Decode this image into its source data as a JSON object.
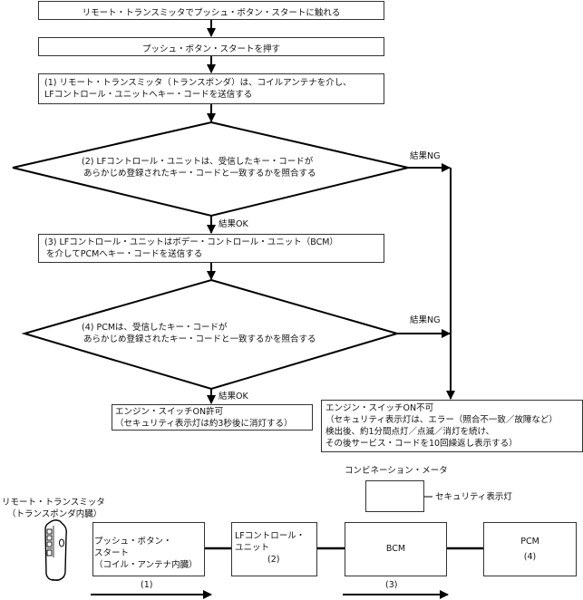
{
  "flowchart": {
    "step_touch": "リモート・トランスミッタでプッシュ・ボタン・スタートに触れる",
    "step_press": "プッシュ・ボタン・スタートを押す",
    "step1": [
      "(1) リモート・トランスミッタ（トランスポンダ）は、コイルアンテナを介し、",
      "LFコントロール・ユニットへキー・コードを送信する"
    ],
    "decision2": [
      "(2) LFコントロール・ユニットは、受信したキー・コードが",
      "あらかじめ登録されたキー・コードと一致するかを照合する"
    ],
    "step3": [
      "(3) LFコントロール・ユニットはボデー・コントロール・ユニット（BCM）",
      "を介してPCMへキー・コードを送信する"
    ],
    "decision4": [
      "(4) PCMは、受信したキー・コードが",
      "あらかじめ登録されたキー・コードと一致するかを照合する"
    ],
    "result_ok_label": "結果OK",
    "result_ng_label": "結果NG",
    "ok_outcome": [
      "エンジン・スイッチON許可",
      "（セキュリティ表示灯は約3秒後に消灯する）"
    ],
    "ng_outcome": [
      "エンジン・スイッチON不可",
      "（セキュリティ表示灯は、エラー（照合不一致／故障など）",
      "検出後、約1分間点灯／点滅／消灯を続け、",
      "その後サービス・コードを10回繰返し表示する）"
    ]
  },
  "system_diagram": {
    "remote_label": [
      "リモート・トランスミッタ",
      "（トランスポンダ内臓）"
    ],
    "meter_label": "コンビネーション・メータ",
    "security_lamp_label": "セキュリティ表示灯",
    "blocks": [
      {
        "lines": [
          "プッシュ・ボタン・",
          "スタート",
          "（コイル・アンテナ内臓）"
        ]
      },
      {
        "lines": [
          "LFコントロール・",
          "ユニット",
          "(2)"
        ]
      },
      {
        "lines": [
          "BCM"
        ]
      },
      {
        "lines": [
          "PCM",
          "(4)"
        ]
      }
    ],
    "arrow_labels": [
      "(1)",
      "(3)"
    ]
  },
  "icons": {
    "remote_transmitter": "remote-key-fob-icon",
    "security_lamp": "car-lock-icon"
  }
}
